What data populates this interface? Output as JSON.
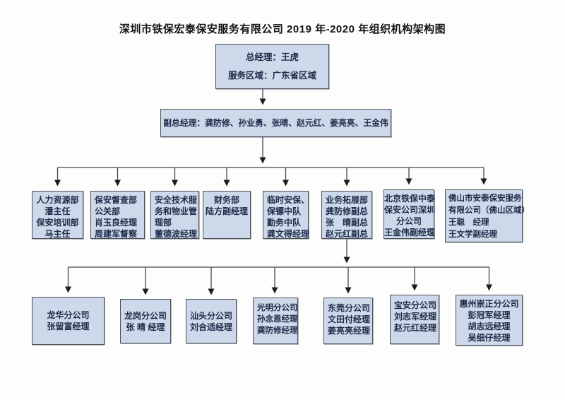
{
  "title": "深圳市铁保宏泰保安服务有限公司 2019 年-2020 年组织机构架构图",
  "colors": {
    "box_fill": "#cdd9ea",
    "box_border": "#4b5058",
    "connector": "#43484e",
    "text": "#1d2a47"
  },
  "general_manager": {
    "lines": [
      "总经理：王虎",
      "服务区域：广东省区域"
    ]
  },
  "deputy_managers": {
    "label": "副总经理：龚防修、孙业勇、张晴、赵元红、姜亮亮、王金伟"
  },
  "departments": [
    {
      "lines": [
        "人力资源部",
        "潘主任",
        "保安培训部",
        "马主任"
      ]
    },
    {
      "lines": [
        "保安督查部",
        "公关部",
        "肖玉良经理",
        "周建军督察"
      ]
    },
    {
      "lines": [
        "安全技术服",
        "务和物业管",
        "理部",
        "董德波经理"
      ]
    },
    {
      "lines": [
        "财务部",
        "陆方副经理"
      ]
    },
    {
      "lines": [
        "临时安保、",
        "保镖中队",
        "勤务中队",
        "龚文得经理"
      ]
    },
    {
      "lines": [
        "业务拓展部",
        "龚防修副总",
        "张　晴副总",
        "赵元红副总"
      ]
    },
    {
      "lines": [
        "北京铁保中泰",
        "保安公司深圳",
        "分公司",
        "王金伟副经理"
      ]
    },
    {
      "lines": [
        "佛山市安泰保安服务",
        "有限公司（佛山区域）",
        "王聪　经理",
        "王文学副经理"
      ]
    }
  ],
  "branches": [
    {
      "lines": [
        "龙华分公司",
        "张留富经理"
      ]
    },
    {
      "lines": [
        "龙岗分公司",
        "张 晴 经理"
      ]
    },
    {
      "lines": [
        "汕头分公司",
        "刘合适经理"
      ]
    },
    {
      "lines": [
        "光明分公司",
        "孙念恩经理",
        "龚防修经理"
      ]
    },
    {
      "lines": [
        "东莞分公司",
        "文田付经理",
        "姜亮亮经理"
      ]
    },
    {
      "lines": [
        "宝安分公司",
        "刘志军经理",
        "赵元红经理"
      ]
    },
    {
      "lines": [
        "惠州崇正分公司",
        "彭冠军经理",
        "胡志远经理",
        "吴细仔经理"
      ]
    }
  ]
}
